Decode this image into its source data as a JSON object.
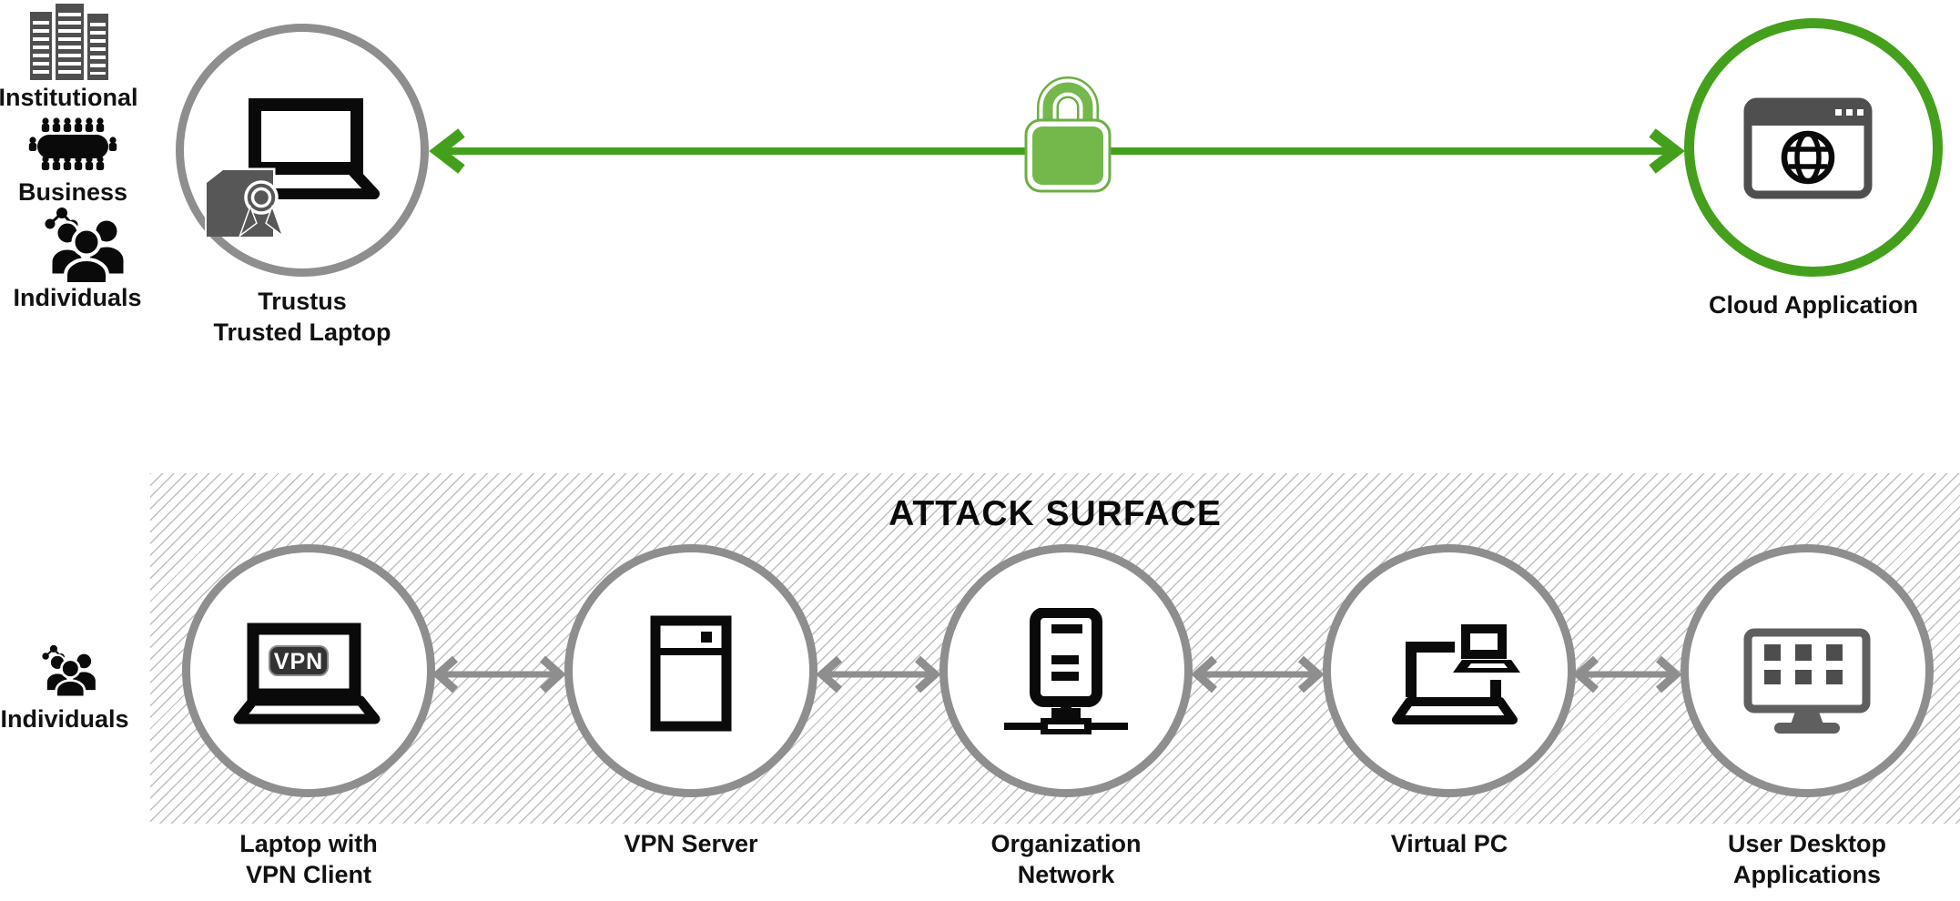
{
  "stakeholders_top": {
    "items": [
      {
        "label": "Institutional",
        "icon": "buildings-icon"
      },
      {
        "label": "Business",
        "icon": "meeting-table-icon"
      },
      {
        "label": "Individuals",
        "icon": "people-group-icon"
      }
    ]
  },
  "secure_flow": {
    "trusted_laptop": {
      "label": "Trustus\nTrusted Laptop",
      "icon": "laptop-certificate-icon"
    },
    "cloud_application": {
      "label": "Cloud Application",
      "icon": "browser-globe-icon"
    },
    "connection": {
      "style": "double-arrow",
      "icon": "padlock-icon",
      "line_color": "#44a01c",
      "lock_color": "#74b84b"
    }
  },
  "attack_flow": {
    "region_title": "ATTACK SURFACE",
    "stakeholder": {
      "label": "Individuals",
      "icon": "people-group-icon"
    },
    "vpn_badge": "VPN",
    "nodes": [
      {
        "label": "Laptop with\nVPN Client",
        "icon": "laptop-vpn-icon"
      },
      {
        "label": "VPN Server",
        "icon": "server-icon"
      },
      {
        "label": "Organization\nNetwork",
        "icon": "network-server-icon"
      },
      {
        "label": "Virtual PC",
        "icon": "dual-laptop-icon"
      },
      {
        "label": "User Desktop\nApplications",
        "icon": "desktop-apps-icon"
      }
    ],
    "connection_style": "double-arrow",
    "arrow_color": "#8e8e8e"
  },
  "colors": {
    "green_line": "#44a01c",
    "lock_green": "#74b84b",
    "gray_circle": "#8e8e8e",
    "hatch_line": "#bfbfbf",
    "icon_black": "#0a0a0a",
    "icon_gray": "#4f4f4f",
    "text": "#111111"
  }
}
